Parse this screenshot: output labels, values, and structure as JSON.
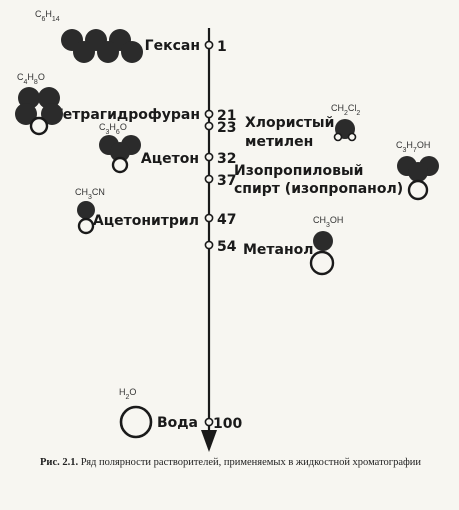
{
  "solvents": [
    {
      "name_lines": [
        "Гексан"
      ],
      "value": "1",
      "formula": "C6H14"
    },
    {
      "name_lines": [
        "Тетрагидрофуран"
      ],
      "value": "21",
      "formula": "C4H8O"
    },
    {
      "name_lines": [
        "Хлористый",
        "метилен"
      ],
      "value": "23",
      "formula": "CH2Cl2"
    },
    {
      "name_lines": [
        "Ацетон"
      ],
      "value": "32",
      "formula": "C3H6O"
    },
    {
      "name_lines": [
        "Изопропиловый",
        "спирт (изопропанол)"
      ],
      "value": "37",
      "formula": "C3H7OH"
    },
    {
      "name_lines": [
        "Ацетонитрил"
      ],
      "value": "47",
      "formula": "CH3CN"
    },
    {
      "name_lines": [
        "Метанол"
      ],
      "value": "54",
      "formula": "CH3OH"
    },
    {
      "name_lines": [
        "Вода"
      ],
      "value": "100",
      "formula": "H2O"
    }
  ],
  "caption": {
    "label": "Рис. 2.1.",
    "text": "Ряд полярности растворителей, применяемых в жидкостной хроматографии"
  },
  "colors": {
    "ink": "#1a1a1a",
    "dark_atom": "#2b2b2b",
    "paper": "#f7f6f1"
  }
}
